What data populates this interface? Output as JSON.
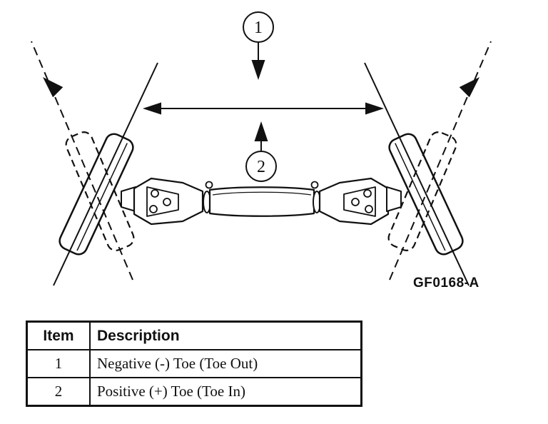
{
  "figure": {
    "callouts": {
      "one": "1",
      "two": "2"
    },
    "code_label": "GF0168-A"
  },
  "table": {
    "headers": [
      "Item",
      "Description"
    ],
    "rows": [
      {
        "item": "1",
        "description": "Negative (-) Toe (Toe Out)"
      },
      {
        "item": "2",
        "description": "Positive (+) Toe (Toe In)"
      }
    ]
  }
}
